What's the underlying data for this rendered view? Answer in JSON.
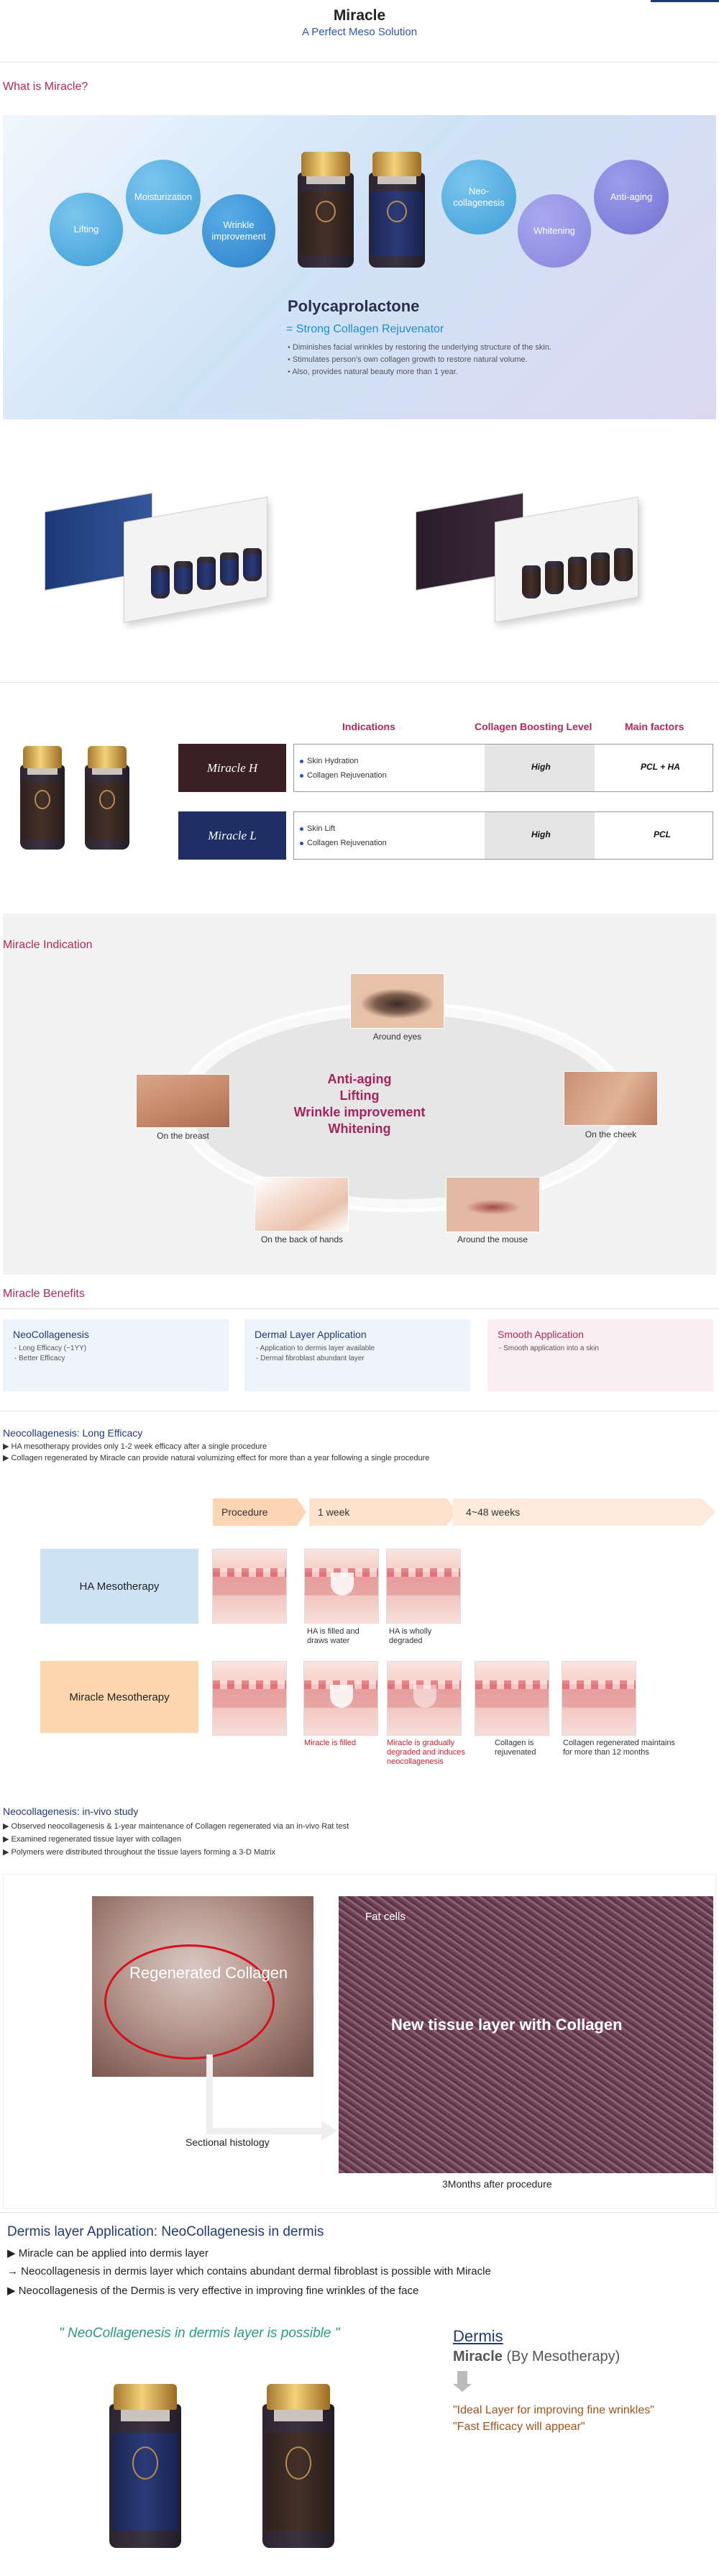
{
  "header": {
    "title": "Miracle",
    "subtitle": "A Perfect Meso Solution"
  },
  "what": {
    "section_title": "What is Miracle?",
    "bubbles": [
      "Lifting",
      "Moisturization",
      "Wrinkle improvement",
      "Neo-collagenesis",
      "Whitening",
      "Anti-aging"
    ],
    "pcl_title": "Polycaprolactone",
    "pcl_sub": "= Strong Collagen Rejuvenator",
    "pcl_points": [
      "Diminishes facial wrinkles by restoring the underlying structure of the skin.",
      "Stimulates person's own collagen growth to restore natural volume.",
      "Also, provides natural beauty more than 1 year."
    ]
  },
  "indications_table": {
    "headers": {
      "indications": "Indications",
      "collagen": "Collagen Boosting Level",
      "factors": "Main factors"
    },
    "rows": [
      {
        "product": "Miracle H",
        "items": [
          "Skin Hydration",
          "Collagen Rejuvenation"
        ],
        "level": "High",
        "factor": "PCL + HA",
        "color": "#3a1f25"
      },
      {
        "product": "Miracle L",
        "items": [
          "Skin Lift",
          "Collagen Rejuvenation"
        ],
        "level": "High",
        "factor": "PCL",
        "color": "#1f2f63"
      }
    ]
  },
  "indication_map": {
    "section_title": "Miracle Indication",
    "center": [
      "Anti-aging",
      "Lifting",
      "Wrinkle improvement",
      "Whitening"
    ],
    "captions": {
      "eyes": "Around eyes",
      "breast": "On the breast",
      "cheek": "On the cheek",
      "hands": "On the back of hands",
      "mouse": "Around the mouse"
    }
  },
  "benefits": {
    "section_title": "Miracle Benefits",
    "cards": [
      {
        "title": "NeoCollagenesis",
        "lines": "- Long Efficacy (~1YY)\n- Better Efficacy"
      },
      {
        "title": "Dermal Layer Application",
        "lines": "- Application to dermis layer available\n- Dermal fibroblast abundant layer"
      },
      {
        "title": "Smooth Application",
        "lines": "- Smooth application into a skin"
      }
    ]
  },
  "efficacy": {
    "title": "Neocollagenesis: Long Efficacy",
    "bullets": [
      "▶ HA mesotherapy provides only 1-2 week efficacy after a single procedure",
      "▶ Collagen regenerated by Miracle can provide natural volumizing effect for more than a year following a single procedure"
    ],
    "procedure": "Procedure",
    "week1": "1 week",
    "weeks": "4~48 weeks",
    "ha_label": "HA Mesotherapy",
    "miracle_label": "Miracle Mesotherapy",
    "ha_steps": [
      "HA is filled and\ndraws water",
      "HA is wholly\ndegraded"
    ],
    "miracle_steps": [
      "Miracle is filled",
      "Miracle is gradually\ndegraded and induces\nneocollagenesis",
      "Collagen is\nrejuvenated",
      "Collagen regenerated maintains\nfor more than 12 months"
    ]
  },
  "invivo": {
    "title": "Neocollagenesis: in-vivo study",
    "bullets": [
      "▶ Observed neocollagenesis & 1-year maintenance of Collagen regenerated  via an in-vivo Rat test",
      "▶ Examined regenerated tissue layer with collagen",
      "▶ Polymers were distributed throughout the tissue layers forming a 3-D Matrix"
    ],
    "regen": "Regenerated Collagen",
    "fat": "Fat cells",
    "newtissue": "New tissue layer with Collagen",
    "histology": "Sectional histology",
    "months": "3Months after procedure"
  },
  "dermis": {
    "title": "Dermis layer Application: NeoCollagenesis in dermis",
    "lines": [
      "▶ Miracle can be applied into dermis layer",
      "→ Neocollagenesis in dermis layer which contains abundant dermal fibroblast  is possible with Miracle",
      "▶ Neocollagenesis of the Dermis is very effective in improving fine wrinkles of the face"
    ],
    "quote": "\" NeoCollagenesis in dermis layer is possible \"",
    "link": "Dermis",
    "sub_strong": "Miracle",
    "sub_rest": " (By Mesotherapy)",
    "orange1": "\"Ideal Layer for improving fine wrinkles\"",
    "orange2": "\"Fast Efficacy will appear\""
  },
  "colors": {
    "accent": "#b0285c",
    "navy": "#1f3a72",
    "link": "#2b56a8",
    "green": "#2a9a7e"
  }
}
